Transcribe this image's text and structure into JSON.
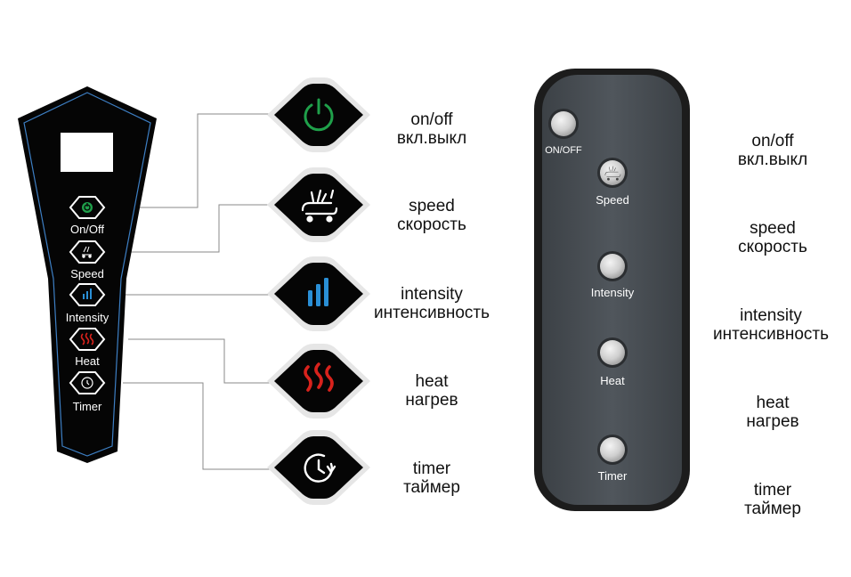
{
  "colors": {
    "panel_black": "#050505",
    "panel_border_blue": "#3d7fc4",
    "remote_body": "#4a4f54",
    "remote_edge": "#1a1a1a",
    "power_green": "#1fa04a",
    "intensity_blue": "#2a8fd6",
    "heat_red": "#d8221c",
    "connector_line": "#8a8a8a"
  },
  "left_panel": {
    "buttons": [
      {
        "label": "On/Off",
        "icon": "power-icon"
      },
      {
        "label": "Speed",
        "icon": "roller-speed-icon"
      },
      {
        "label": "Intensity",
        "icon": "intensity-bars-icon"
      },
      {
        "label": "Heat",
        "icon": "heat-waves-icon"
      },
      {
        "label": "Timer",
        "icon": "timer-clock-icon"
      }
    ]
  },
  "legend": [
    {
      "en": "on/off",
      "ru": "вкл.выкл",
      "icon": "power-icon"
    },
    {
      "en": "speed",
      "ru": "скорость",
      "icon": "roller-speed-icon"
    },
    {
      "en": "intensity",
      "ru": "интенсивность",
      "icon": "intensity-bars-icon"
    },
    {
      "en": "heat",
      "ru": "нагрев",
      "icon": "heat-waves-icon"
    },
    {
      "en": "timer",
      "ru": "таймер",
      "icon": "timer-clock-icon"
    }
  ],
  "remote": {
    "buttons": [
      {
        "label": "ON/OFF"
      },
      {
        "label": "Speed",
        "icon": "roller-speed-icon"
      },
      {
        "label": "Intensity"
      },
      {
        "label": "Heat"
      },
      {
        "label": "Timer"
      }
    ]
  },
  "right_legend": [
    {
      "en": "on/off",
      "ru": "вкл.выкл"
    },
    {
      "en": "speed",
      "ru": "скорость"
    },
    {
      "en": "intensity",
      "ru": "интенсивность"
    },
    {
      "en": "heat",
      "ru": "нагрев"
    },
    {
      "en": "timer",
      "ru": "таймер"
    }
  ]
}
